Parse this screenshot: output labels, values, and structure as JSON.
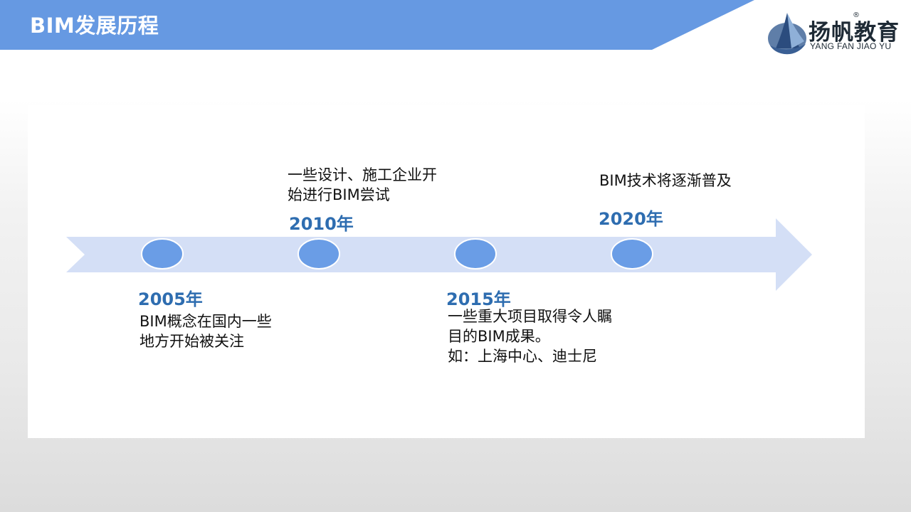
{
  "header": {
    "title": "BIM发展历程"
  },
  "logo": {
    "name": "扬帆教育",
    "registered_mark": "®",
    "pinyin": "YANG FAN JIAO YU",
    "icon": "sail-logo-icon"
  },
  "timeline": {
    "milestones": [
      {
        "year": "2005年",
        "description": "BIM概念在国内一些\n地方开始被关注"
      },
      {
        "year": "2010年",
        "description": "一些设计、施工企业开\n始进行BIM尝试"
      },
      {
        "year": "2015年",
        "description": "一些重大项目取得令人瞩\n目的BIM成果。\n如：上海中心、迪士尼"
      },
      {
        "year": "2020年",
        "description": "BIM技术将逐渐普及"
      }
    ]
  },
  "colors": {
    "header_blue": "#6699e2",
    "arrow_fill": "#d4dff6",
    "node_fill": "#6a9de6",
    "node_stroke": "#ffffff",
    "year_text": "#2e6db0"
  }
}
